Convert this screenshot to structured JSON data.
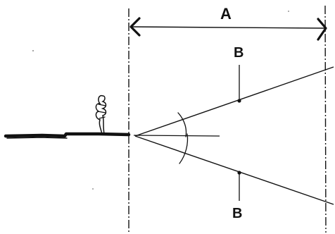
{
  "diagram": {
    "labels": {
      "dimension": "A",
      "upper_line": "B",
      "lower_line": "B"
    },
    "colors": {
      "ink": "#111111",
      "background": "#ffffff"
    }
  }
}
